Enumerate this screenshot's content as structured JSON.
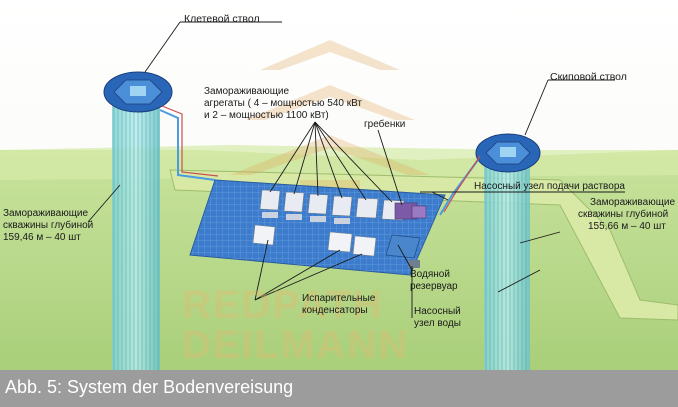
{
  "labels": {
    "cage_shaft": "Клетевой ствол",
    "skip_shaft": "Скиповой ствол",
    "freezing_units_line1": "Замораживающие",
    "freezing_units_line2": "агрегаты ( 4 – мощностью 540 кВт",
    "freezing_units_line3": "и 2 – мощностью 1100 кВт)",
    "manifolds": "гребенки",
    "pump_solution": "Насосный узел подачи раствора",
    "left_wells_line1": "Замораживающие",
    "left_wells_line2": "скважины глубиной",
    "left_wells_line3": "159,46 м – 40 шт",
    "right_wells_line1": "Замораживающие",
    "right_wells_line2": "скважины глубиной",
    "right_wells_line3": "155,66 м – 40 шт",
    "water_tank_line1": "Водяной",
    "water_tank_line2": "резервуар",
    "evaporators_line1": "Испарительные",
    "evaporators_line2": "конденсаторы",
    "water_pump_line1": "Насосный",
    "water_pump_line2": "узел воды"
  },
  "watermark": {
    "line1": "REDPATH",
    "line2": "DEILMANN"
  },
  "caption": "Abb. 5: System der Bodenvereisung",
  "colors": {
    "ground": "#b9d98a",
    "pad": "#3f7fc8",
    "shaft_tube": "#8fd6d4",
    "shaft_head": "#2a66b8",
    "watermark": "#e8b870",
    "caption_bar": "#9c9c9c"
  }
}
